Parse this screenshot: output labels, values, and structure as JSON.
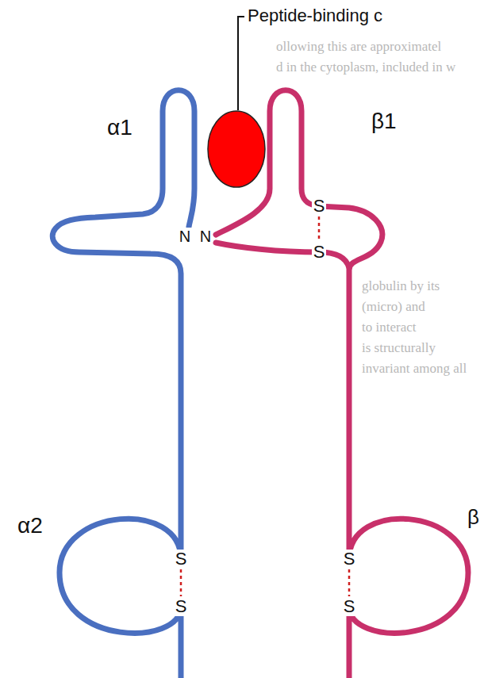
{
  "diagram": {
    "labels": [
      "Peptide-binding c",
      "ollowing this are approximatel",
      "d in the cytoplasm, included in w",
      "α1",
      "β1",
      "S",
      "N",
      "N",
      "S",
      "globulin by its",
      "(micro) and",
      "to interact",
      "is structurally",
      "invariant among all",
      "α2",
      "β",
      "S",
      "S",
      "S",
      "S"
    ]
  }
}
